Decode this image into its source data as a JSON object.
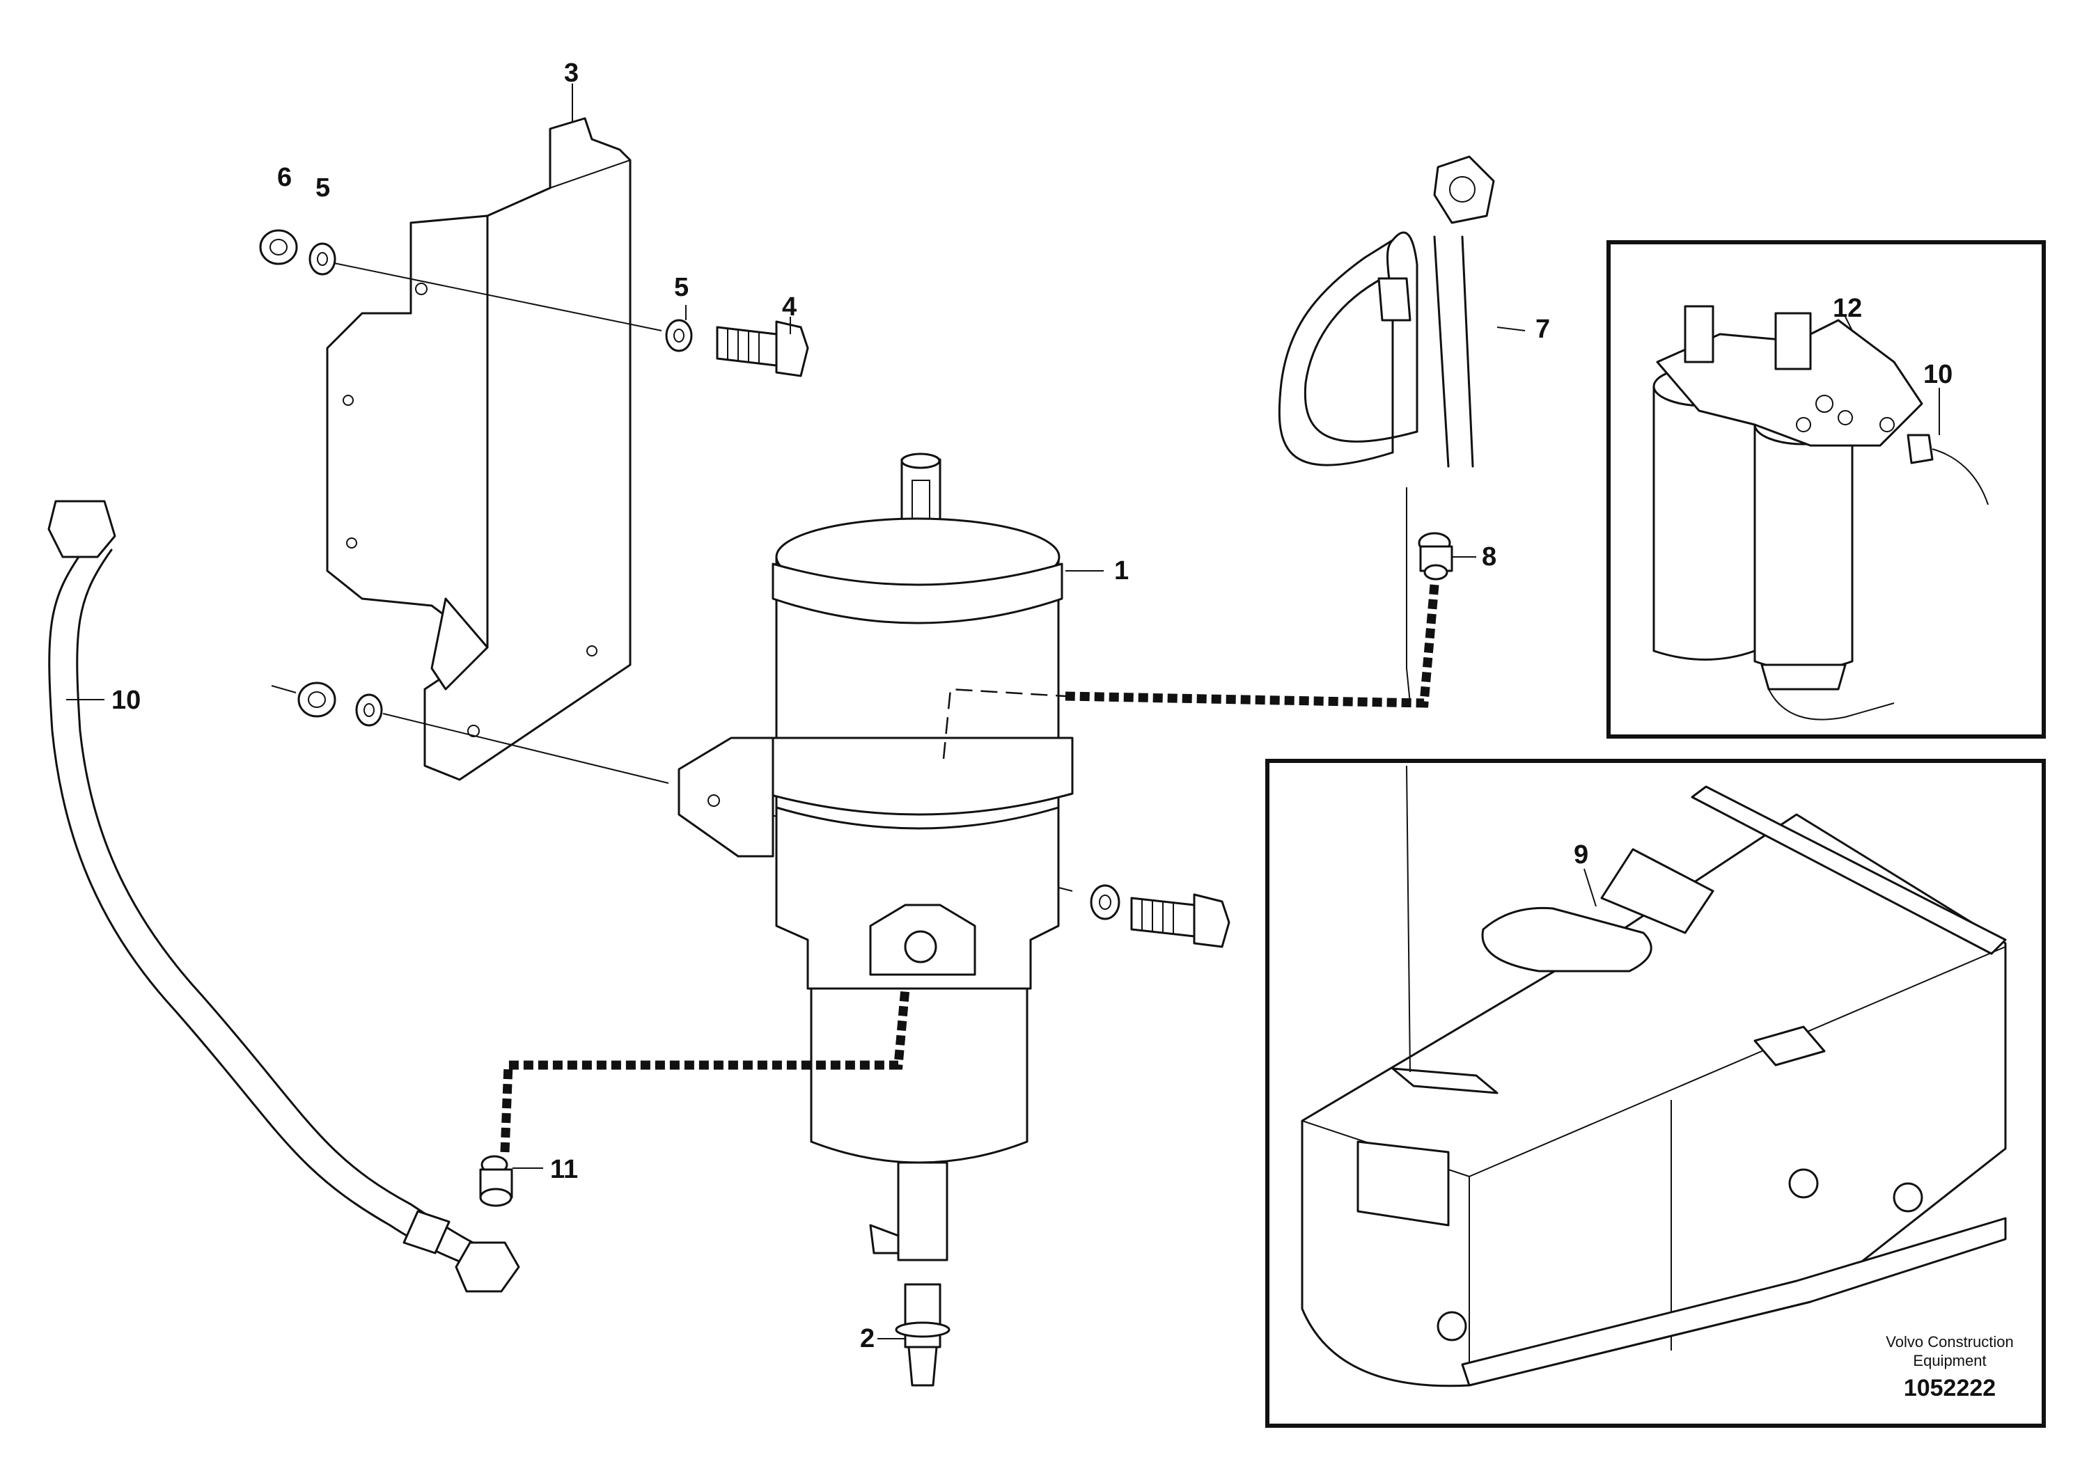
{
  "callouts": {
    "c1": "1",
    "c2": "2",
    "c3": "3",
    "c4": "4",
    "c5a": "5",
    "c5b": "5",
    "c6": "6",
    "c7": "7",
    "c8": "8",
    "c9": "9",
    "c10a": "10",
    "c10b": "10",
    "c11": "11",
    "c12": "12"
  },
  "brand": {
    "line1": "Volvo Construction",
    "line2": "Equipment"
  },
  "doc_number": "1052222"
}
